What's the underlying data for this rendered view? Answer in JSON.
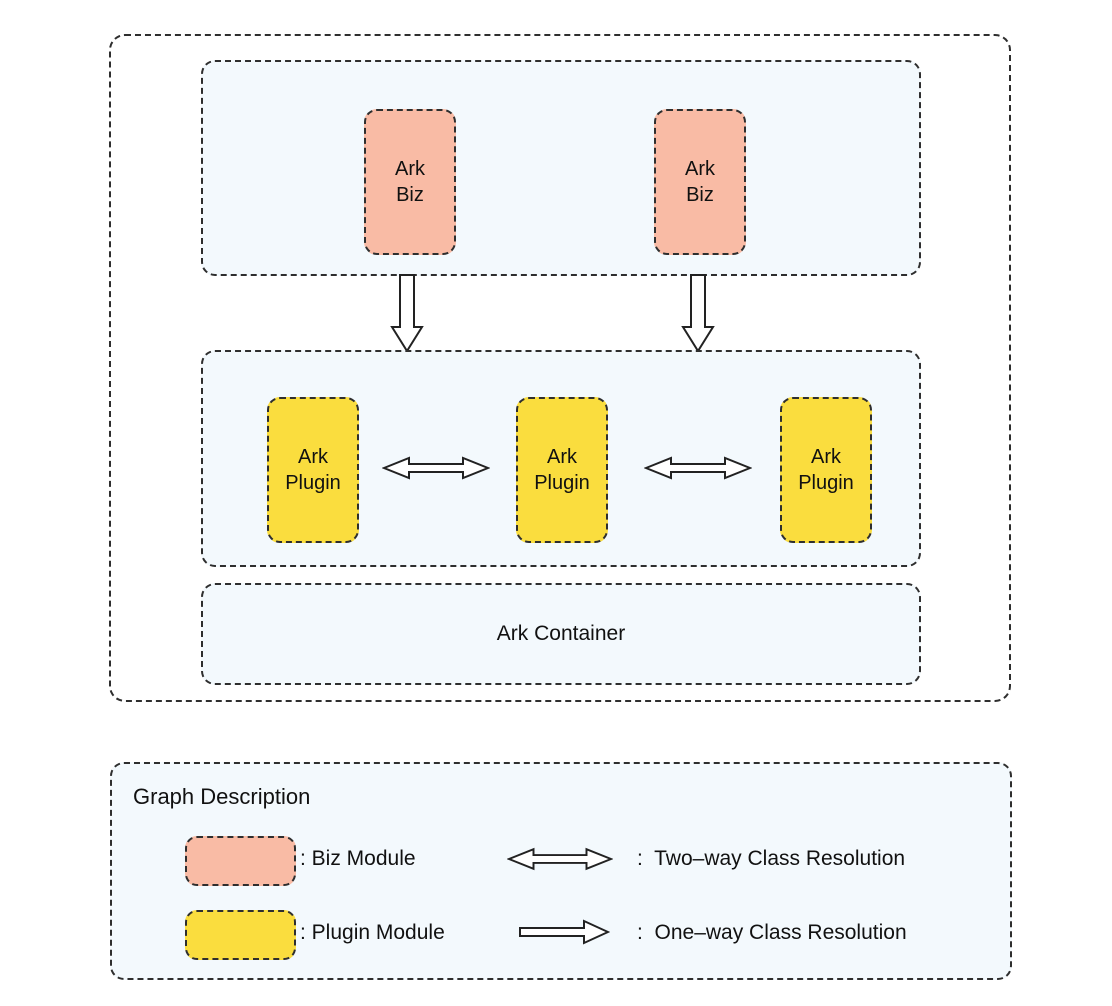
{
  "colors": {
    "biz_fill": "#F9BBA5",
    "plugin_fill": "#FADD3E",
    "panel_fill": "#F3F9FD",
    "line": "#2E2E2E"
  },
  "diagram": {
    "biz_modules": [
      {
        "label": "Ark\nBiz"
      },
      {
        "label": "Ark\nBiz"
      }
    ],
    "plugin_modules": [
      {
        "label": "Ark\nPlugin"
      },
      {
        "label": "Ark\nPlugin"
      },
      {
        "label": "Ark\nPlugin"
      }
    ],
    "container_label": "Ark Container"
  },
  "legend": {
    "title": "Graph Description",
    "items": [
      {
        "icon": "biz-module-swatch",
        "label": ": Biz Module"
      },
      {
        "icon": "two-way-arrow",
        "label": ":  Two–way Class Resolution"
      },
      {
        "icon": "plugin-module-swatch",
        "label": ": Plugin Module"
      },
      {
        "icon": "one-way-arrow",
        "label": ":  One–way Class Resolution"
      }
    ]
  }
}
